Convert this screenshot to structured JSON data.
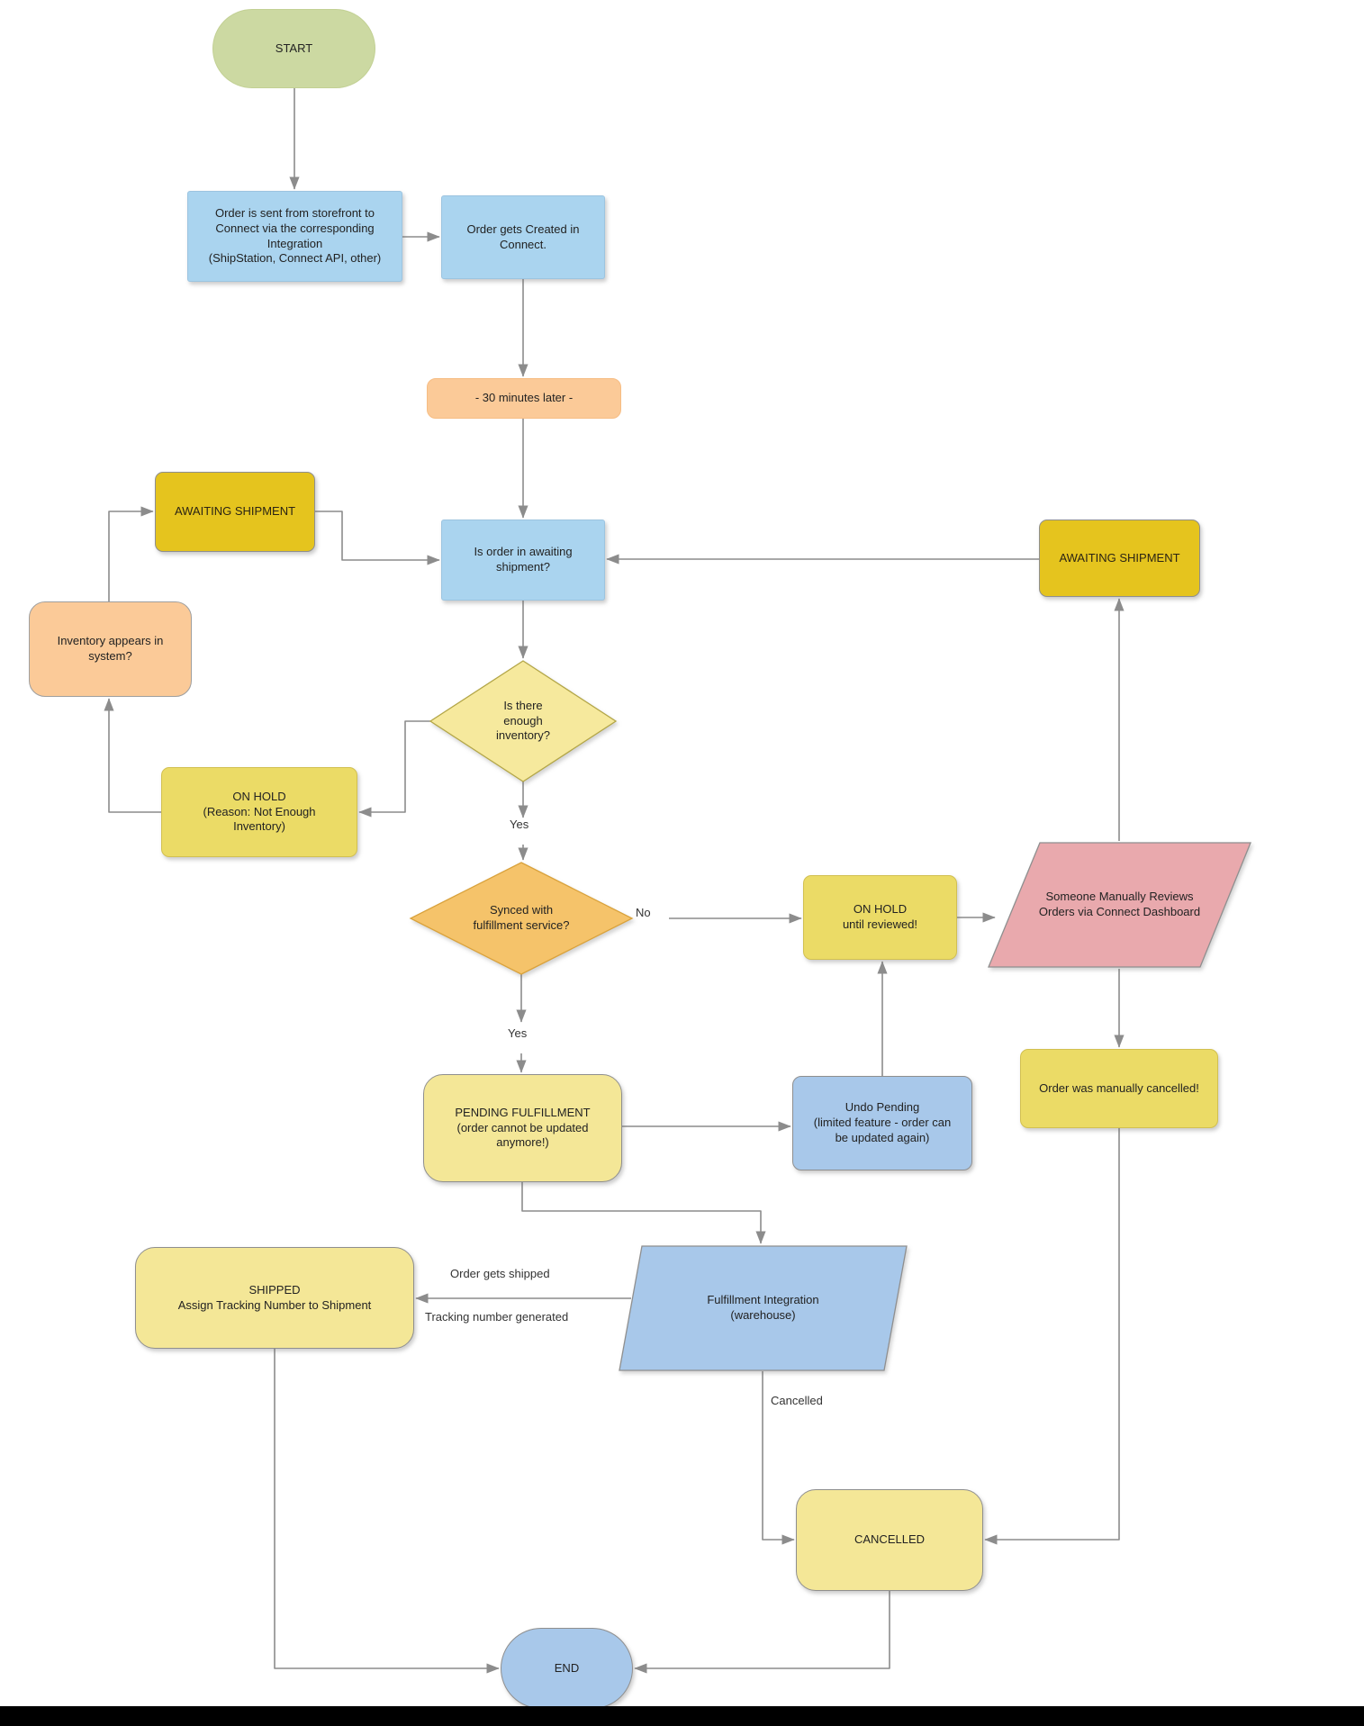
{
  "diagram": {
    "background_color": "#ffffff",
    "connector_color": "#8c8c8c",
    "bottom_bar_color": "#000000",
    "colors": {
      "start_green": "#ccd9a2",
      "process_blue_light": "#aad4ef",
      "process_blue_medium": "#a8c8ea",
      "note_orange": "#fbca98",
      "status_gold": "#e5c41e",
      "status_yellow_strong": "#ebdb66",
      "status_yellow_pale": "#f4e797",
      "decision_yellow": "#f6e99d",
      "decision_orange": "#f5c36a",
      "review_pink": "#e9a9ad"
    },
    "nodes": {
      "start": {
        "label": "START"
      },
      "order_sent": {
        "label": "Order is sent from storefront to\nConnect via the corresponding\nIntegration\n(ShipStation, Connect API, other)"
      },
      "order_created": {
        "label": "Order gets Created in\nConnect."
      },
      "time_note": {
        "label": "- 30 minutes later -"
      },
      "awaiting_left": {
        "label": "AWAITING SHIPMENT"
      },
      "is_order_awaiting": {
        "label": "Is order in awaiting\nshipment?"
      },
      "inventory_appears": {
        "label": "Inventory appears in\nsystem?"
      },
      "enough_inventory": {
        "label": "Is there\nenough\ninventory?"
      },
      "on_hold_inventory": {
        "label": "ON HOLD\n(Reason: Not Enough\nInventory)"
      },
      "synced_fulfillment": {
        "label": "Synced with\nfulfillment service?"
      },
      "on_hold_reviewed": {
        "label": "ON HOLD\nuntil reviewed!"
      },
      "manual_review": {
        "label": "Someone Manually Reviews\nOrders via Connect Dashboard"
      },
      "awaiting_right": {
        "label": "AWAITING SHIPMENT"
      },
      "manually_cancelled": {
        "label": "Order was manually cancelled!"
      },
      "pending_fulfillment": {
        "label": "PENDING FULFILLMENT\n(order cannot be updated\nanymore!)"
      },
      "undo_pending": {
        "label": "Undo Pending\n(limited feature - order can\nbe updated again)"
      },
      "shipped": {
        "label": "SHIPPED\nAssign Tracking Number to Shipment"
      },
      "fulfillment_integration": {
        "label": "Fulfillment Integration\n(warehouse)"
      },
      "cancelled": {
        "label": "CANCELLED"
      },
      "end": {
        "label": "END"
      }
    },
    "edge_labels": {
      "yes_inventory": "Yes",
      "yes_synced": "Yes",
      "no_synced": "No",
      "order_gets_shipped": "Order gets shipped",
      "tracking_number_generated": "Tracking number generated",
      "cancelled": "Cancelled"
    }
  }
}
